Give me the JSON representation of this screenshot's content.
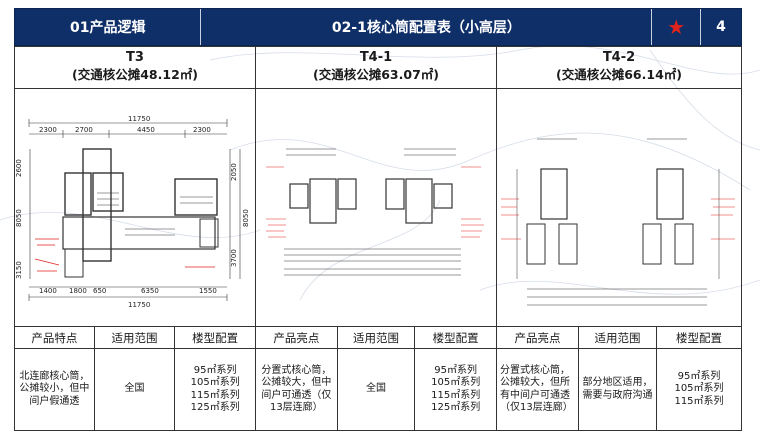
{
  "header": {
    "section": "01产品逻辑",
    "title": "02-1核心筒配置表（小高层）",
    "star": "★",
    "page_number": "4"
  },
  "columns": [
    {
      "name": "T3",
      "area": "(交通核公摊48.12㎡)",
      "dims": {
        "top_total": "11750",
        "top_parts": [
          "2300",
          "2700",
          "4450",
          "2300"
        ],
        "bottom_total": "11750",
        "bottom_parts": [
          "1400",
          "1800",
          "650",
          "6350",
          "1550"
        ],
        "left": [
          "3150",
          "8050",
          "2600"
        ],
        "right": [
          "2050",
          "8050",
          "3700"
        ]
      },
      "sub_headers": [
        "产品特点",
        "适用范围",
        "楼型配置"
      ],
      "feature": "北连廊核心筒，公摊较小，但中间户假通透",
      "scope": "全国",
      "configs": [
        "95㎡系列",
        "105㎡系列",
        "115㎡系列",
        "125㎡系列"
      ]
    },
    {
      "name": "T4-1",
      "area": "(交通核公摊63.07㎡)",
      "sub_headers": [
        "产品亮点",
        "适用范围",
        "楼型配置"
      ],
      "feature": "分置式核心筒，公摊较大，但中间户可通透（仅13层连廊）",
      "scope": "全国",
      "configs": [
        "95㎡系列",
        "105㎡系列",
        "115㎡系列",
        "125㎡系列"
      ]
    },
    {
      "name": "T4-2",
      "area": "(交通核公摊66.14㎡)",
      "sub_headers": [
        "产品亮点",
        "适用范围",
        "楼型配置"
      ],
      "feature": "分置式核心筒，公摊较大，但所有中间户可通透（仅13层连廊）",
      "scope": "部分地区适用，需要与政府沟通",
      "configs": [
        "95㎡系列",
        "105㎡系列",
        "115㎡系列"
      ]
    }
  ],
  "colors": {
    "header_bg": "#0f2f68",
    "star": "#e0231d",
    "annotation": "#e0231d"
  }
}
